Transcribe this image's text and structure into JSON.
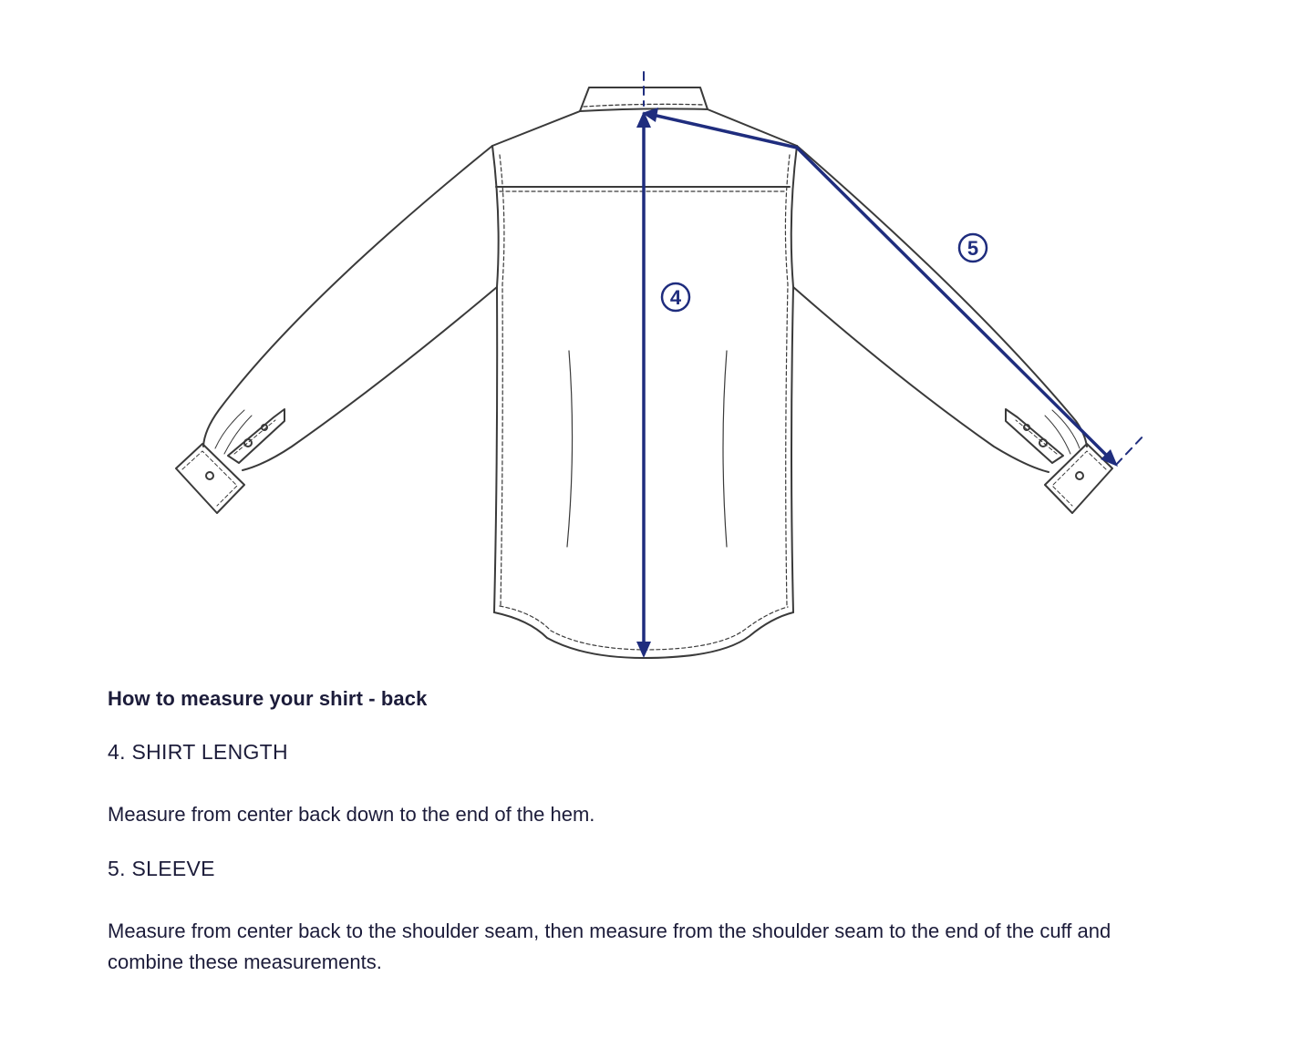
{
  "illustration": {
    "markers": {
      "shirt_length": "4",
      "sleeve": "5"
    },
    "colors": {
      "outline": "#3a3a3a",
      "measure": "#1f2d7e"
    }
  },
  "content": {
    "caption": "How to measure your shirt - back",
    "sections": [
      {
        "heading": "4. SHIRT LENGTH",
        "body": "Measure from center back down to the end of the hem."
      },
      {
        "heading": "5. SLEEVE",
        "body": "Measure from center back to the shoulder seam, then measure from the shoulder seam to the end of the cuff and combine these measurements."
      }
    ]
  }
}
